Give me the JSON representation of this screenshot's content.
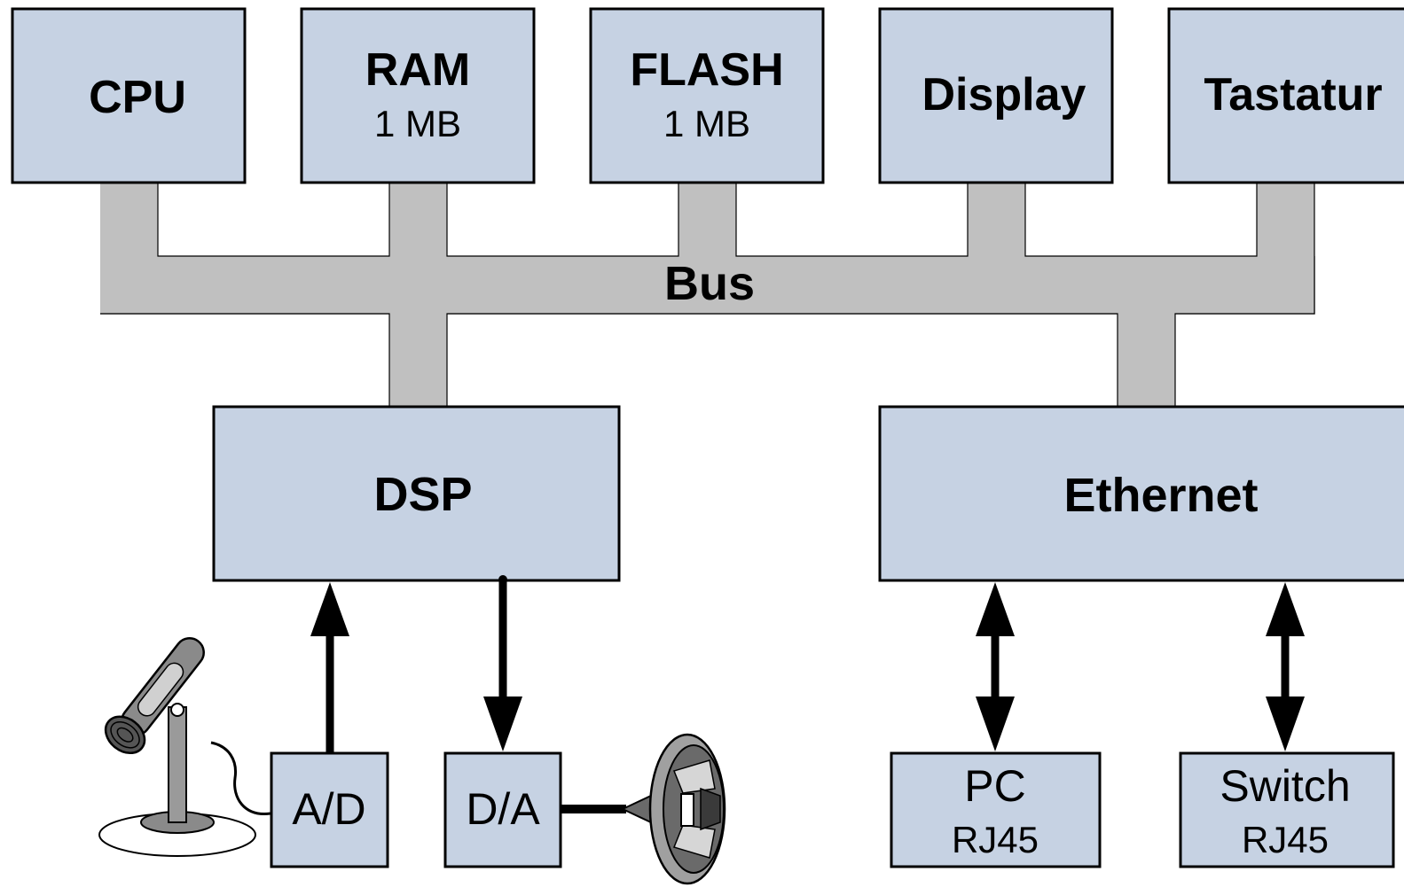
{
  "blocks": {
    "cpu": {
      "label": "CPU"
    },
    "ram": {
      "label": "RAM",
      "sub": "1 MB"
    },
    "flash": {
      "label": "FLASH",
      "sub": "1 MB"
    },
    "display": {
      "label": "Display"
    },
    "tastatur": {
      "label": "Tastatur"
    },
    "dsp": {
      "label": "DSP"
    },
    "ethernet": {
      "label": "Ethernet"
    },
    "ad": {
      "label": "A/D"
    },
    "da": {
      "label": "D/A"
    },
    "pc": {
      "label": "PC",
      "sub": "RJ45"
    },
    "switch": {
      "label": "Switch",
      "sub": "RJ45"
    }
  },
  "bus": {
    "label": "Bus"
  },
  "icons": {
    "microphone": "microphone-icon",
    "speaker": "speaker-icon"
  },
  "colors": {
    "block_fill": "#c6d2e3",
    "bus_fill": "#c0c0c0",
    "stroke": "#000000"
  }
}
